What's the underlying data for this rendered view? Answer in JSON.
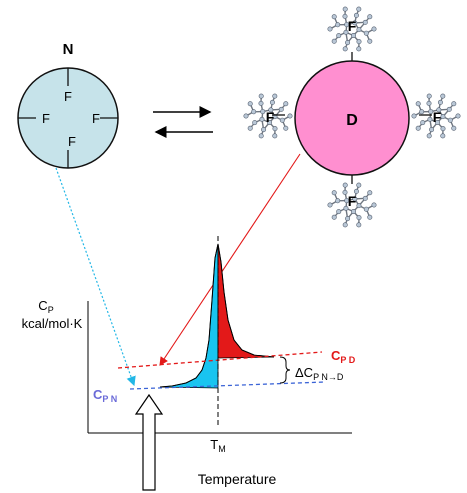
{
  "states": {
    "native": {
      "label": "N",
      "site_labels": [
        "F",
        "F",
        "F",
        "F"
      ],
      "fill": "#c6e3ea"
    },
    "denatured": {
      "label": "D",
      "site_labels": [
        "F",
        "F",
        "F",
        "F"
      ],
      "fill": "#ff8fd0"
    }
  },
  "equilibrium": {
    "forward_arrow": "right-arrow",
    "reverse_arrow": "left-arrow"
  },
  "plot": {
    "ylabel_main": "C",
    "ylabel_sub": "P",
    "ylabel_units": "kcal/mol·K",
    "tm_main": "T",
    "tm_sub": "M",
    "xlabel": "Temperature",
    "cpd_main": "C",
    "cpd_sub": "P D",
    "cpn_main": "C",
    "cpn_sub": "P N",
    "delta_main": "ΔC",
    "delta_sub": "P N→D",
    "colors": {
      "native_baseline": "#3a63d6",
      "denatured_baseline": "#e31919",
      "native_area": "#19c4f0",
      "denatured_area": "#e31919",
      "cpd_label": "#e31919",
      "cpn_label": "#6a6ad8",
      "pointer_native": "#22b7e6",
      "pointer_denatured": "#e31919"
    },
    "arrow_icon": "up-arrow"
  }
}
